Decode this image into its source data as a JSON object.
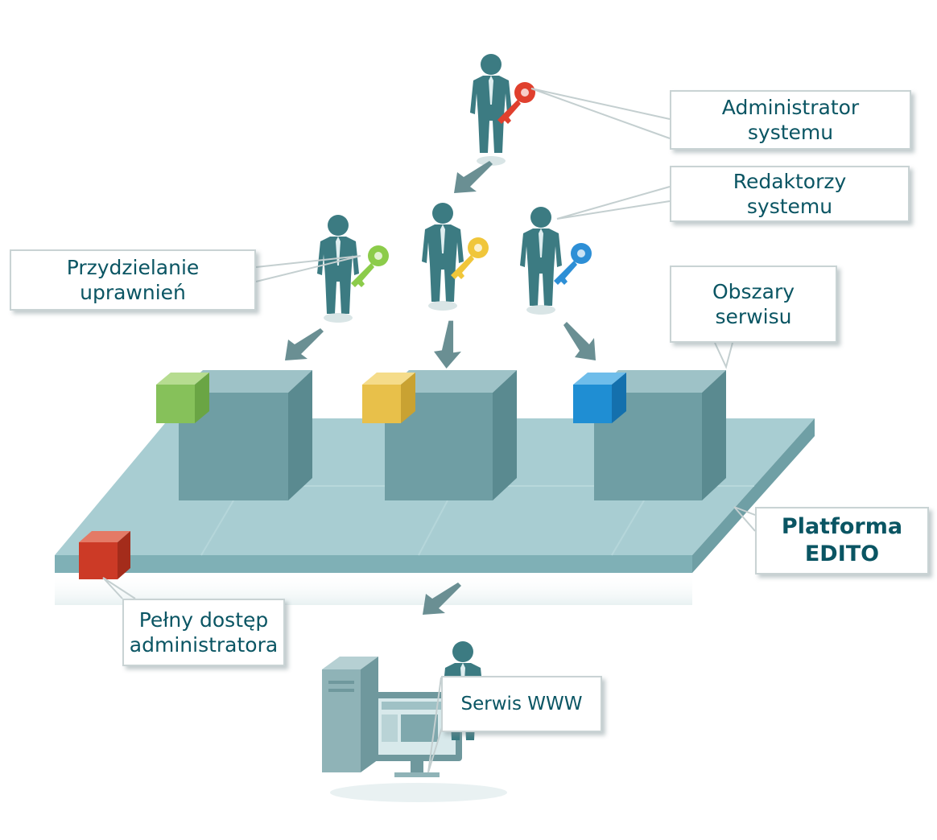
{
  "labels": {
    "admin": [
      "Administrator",
      "systemu"
    ],
    "editors": [
      "Redaktorzy",
      "systemu"
    ],
    "permissions": [
      "Przydzielanie",
      "uprawnień"
    ],
    "areas": [
      "Obszary",
      "serwisu"
    ],
    "platform": [
      "Platforma",
      "EDITO"
    ],
    "full_access": [
      "Pełny dostęp",
      "administratora"
    ],
    "website": [
      "Serwis WWW"
    ]
  },
  "colors": {
    "text": "#0a5563",
    "figure": "#3c7b82",
    "platform_top": "#a8cdd2",
    "platform_edge": "#77a9b0",
    "block_front": "#6f9ea4",
    "block_side": "#5a8a90",
    "block_top": "#9ec2c7",
    "key_admin": "#e0402e",
    "key_permissions": "#8ccc4a",
    "key_editor_1": "#f0c63a",
    "key_editor_2": "#2d8fd6",
    "tab_green": "#86c15a",
    "tab_yellow": "#e8c04a",
    "tab_blue": "#1f8ed3",
    "tab_red": "#cc3a26",
    "arrow": "#6a8f93"
  },
  "icons": [
    "person-icon",
    "key-icon",
    "computer-tower-icon",
    "monitor-icon",
    "arrow-icon"
  ]
}
